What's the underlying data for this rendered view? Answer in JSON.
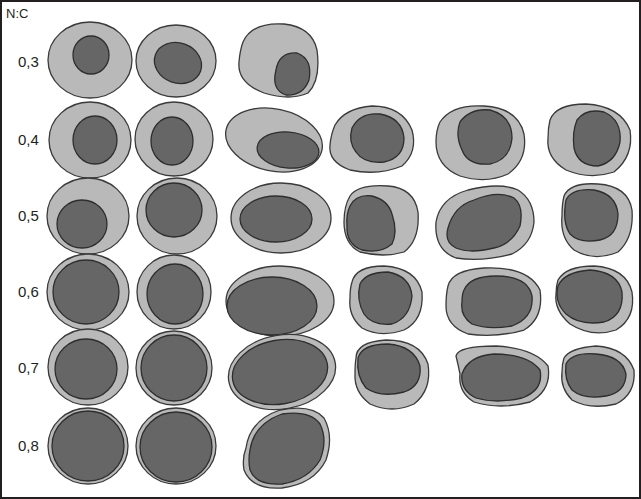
{
  "diagram": {
    "labels": [
      "N:C",
      "0,3",
      "0,4",
      "0,5",
      "0,6",
      "0,7",
      "0,8"
    ]
  }
}
